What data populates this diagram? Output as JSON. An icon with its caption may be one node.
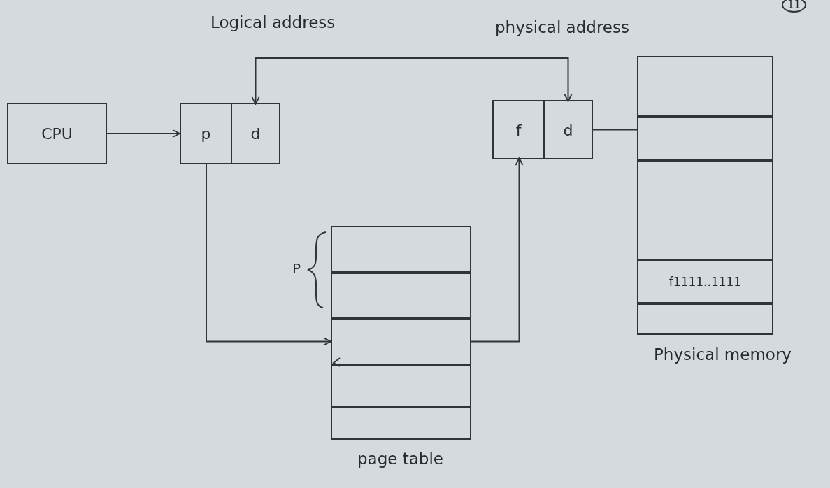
{
  "diagram": {
    "nodes": [
      {
        "text": [
          "CPU"
        ]
      },
      {
        "text": [
          "Logical address"
        ]
      },
      {
        "text": [
          "p"
        ],
        "in": 1
      },
      {
        "text": [
          "d"
        ],
        "in": 1
      },
      {
        "text": [],
        "shape": "box"
      },
      {
        "text": [
          "f"
        ],
        "in": 4
      },
      {
        "text": [
          "d"
        ],
        "in": 4
      },
      {
        "text": [
          "page table"
        ]
      },
      {
        "text": [],
        "shape": "box",
        "in": 7
      },
      {
        "text": [],
        "shape": "box",
        "in": 7
      },
      {
        "text": [],
        "shape": "box",
        "in": 7
      },
      {
        "text": [],
        "shape": "box",
        "in": 7
      },
      {
        "text": [],
        "shape": "box",
        "in": 7
      },
      {
        "text": [
          "Physical memory"
        ]
      },
      {
        "text": [],
        "shape": "box",
        "in": 13
      },
      {
        "text": [],
        "shape": "box",
        "in": 13
      },
      {
        "text": [],
        "shape": "box",
        "in": 13
      },
      {
        "text": [
          "f1111..1111"
        ],
        "in": 13
      },
      {
        "text": [],
        "shape": "box",
        "in": 13
      }
    ],
    "edges": [
      {
        "from": 0,
        "to": 1,
        "arrow": "to"
      },
      {
        "from": 3,
        "to": 6,
        "arrow": "both"
      },
      {
        "from": 2,
        "to": 10,
        "arrow": "to"
      },
      {
        "from": 10,
        "to": 5,
        "arrow": "to"
      },
      {
        "from": 6,
        "to": 15,
        "arrow": "none"
      }
    ],
    "labels": [
      "11",
      "physical address",
      "P"
    ]
  }
}
